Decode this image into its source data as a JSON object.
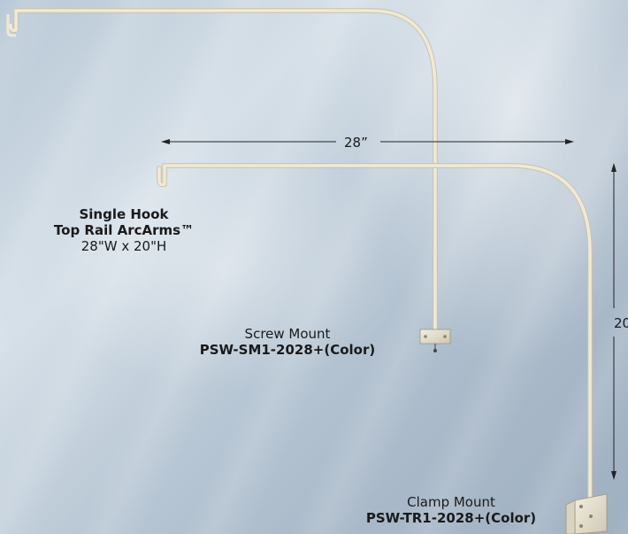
{
  "product": {
    "name_line1": "Single Hook",
    "name_line2": "Top Rail ArcArms™",
    "size": "28\"W x 20\"H"
  },
  "screw_mount": {
    "label": "Screw Mount",
    "sku": "PSW-SM1-2028+(Color)"
  },
  "clamp_mount": {
    "label": "Clamp Mount",
    "sku": "PSW-TR1-2028+(Color)"
  },
  "dimensions": {
    "width": "28”",
    "height": "20”"
  },
  "colors": {
    "arm": "#efe9d6",
    "arm_edge": "#c9c2ab",
    "text": "#1a1a1a"
  }
}
